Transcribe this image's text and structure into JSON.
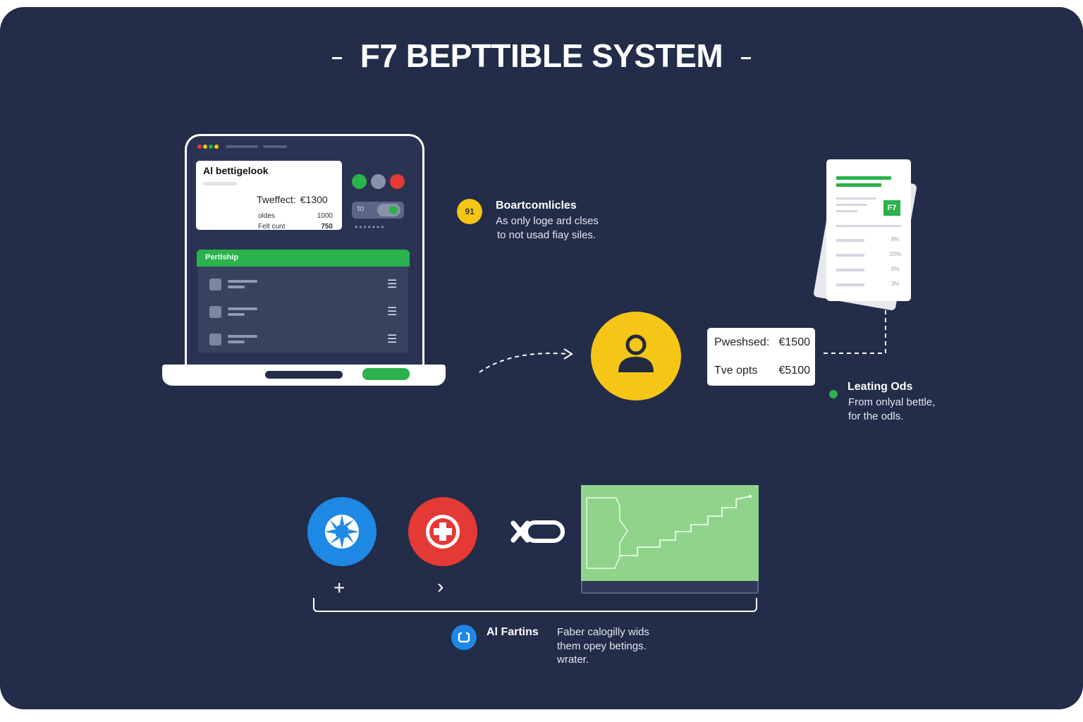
{
  "title": "F7 BEPTTIBLE SYSTEM",
  "laptop": {
    "card": {
      "title": "Al bettigelook",
      "row1_label": "Tweffect:",
      "row1_value": "€1300",
      "row2_label": "oldes",
      "row2_value": "1000",
      "row3_label": "Felt cunt",
      "row3_value": "750"
    },
    "toggle_label": "to",
    "dots": "•••••••",
    "list_header": "Pertlship",
    "list_items": 3
  },
  "step1": {
    "badge": "91",
    "title": "Boartcomlicles",
    "line1": "As only loge ard clses",
    "line2": "to not usad fiay siles."
  },
  "odds_card": {
    "row1_label": "Pweshsed:",
    "row1_value": "€1500",
    "row2_label": "Tve opts",
    "row2_value": "€5100"
  },
  "document": {
    "logo": "F7",
    "values": [
      "8%",
      "20%",
      "8%",
      "3%"
    ]
  },
  "leading_odds": {
    "title": "Leating Ods",
    "line1": "From onlyal bettle,",
    "line2": "for the odls."
  },
  "ai_fartins": {
    "title": "Al Fartins",
    "line1": "Faber calogilly wids",
    "line2": "them opey betings.",
    "line3": "wrater."
  },
  "bottom": {
    "plus": "+",
    "chevron": "›"
  },
  "colors": {
    "background": "#232c48",
    "green": "#2bb24c",
    "yellow": "#f5c518",
    "blue": "#1e88e5",
    "red": "#e53935",
    "chart": "#90d48b"
  }
}
